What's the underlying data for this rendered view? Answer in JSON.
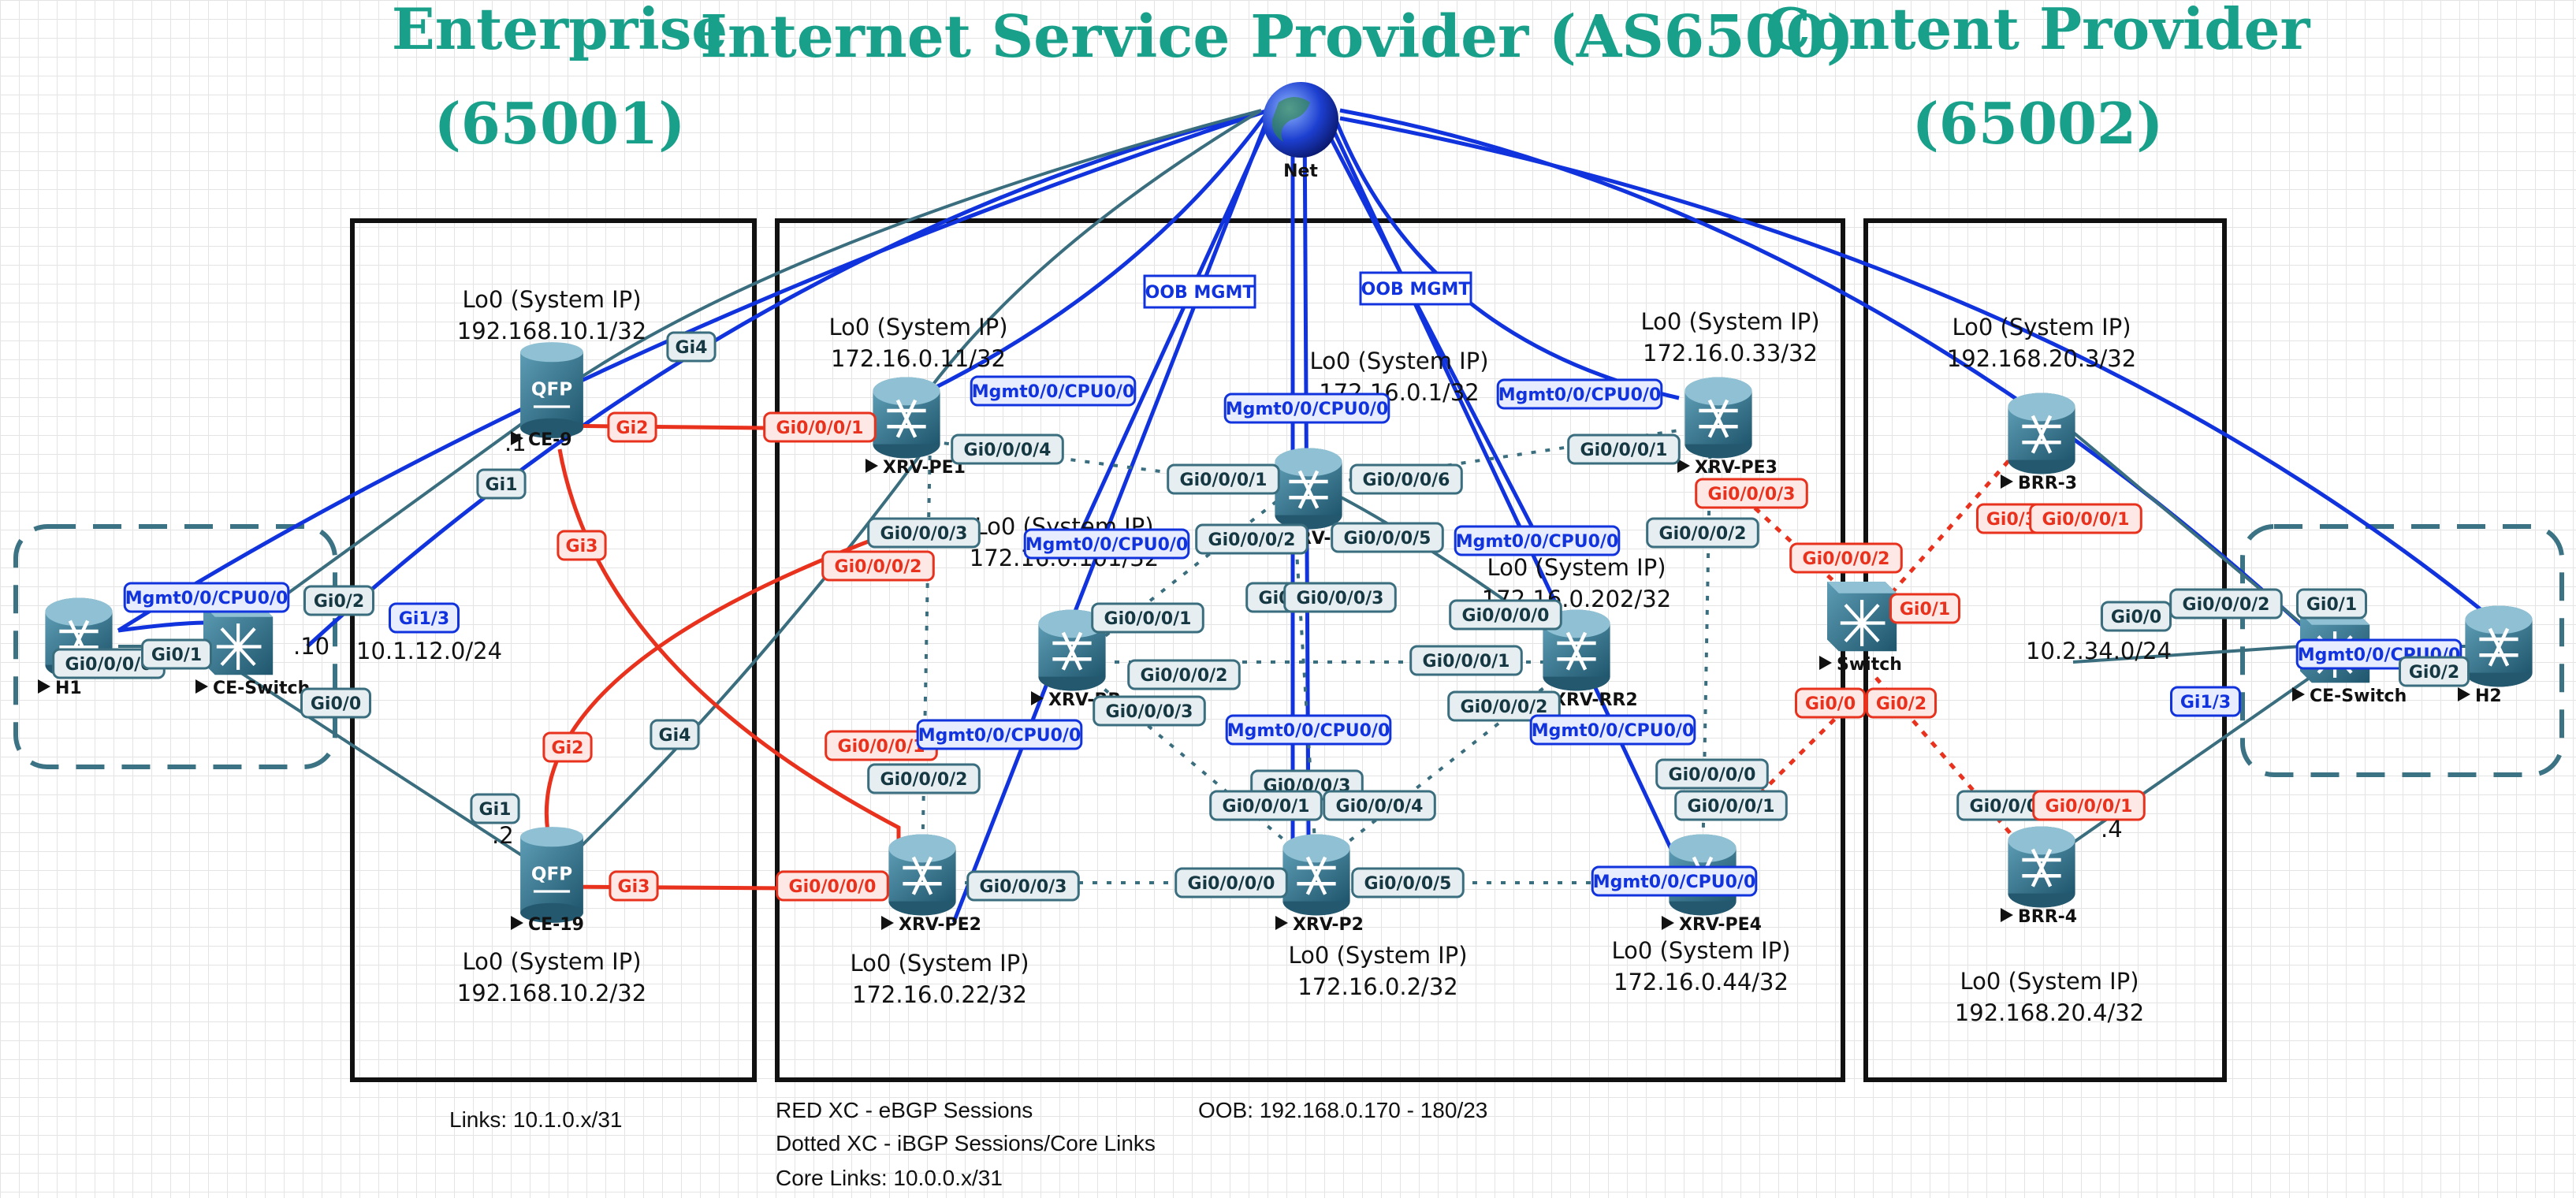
{
  "titles": {
    "enterprise": "Enterprise",
    "enterprise_as": "(65001)",
    "isp": "Internet Service Provider (AS6500)",
    "content": "Content Provider",
    "content_as": "(65002)"
  },
  "internet_label": "Net",
  "oob_labels": [
    "OOB MGMT",
    "OOB MGMT"
  ],
  "devices": [
    {
      "id": "CE-9",
      "label": "CE-9",
      "kind": "qfp"
    },
    {
      "id": "CE-19",
      "label": "CE-19",
      "kind": "qfp"
    },
    {
      "id": "XRV-PE1",
      "label": "XRV-PE1",
      "kind": "router"
    },
    {
      "id": "XRV-PE2",
      "label": "XRV-PE2",
      "kind": "router"
    },
    {
      "id": "XRV-P1",
      "label": "XRV-P",
      "kind": "router"
    },
    {
      "id": "XRV-P2",
      "label": "XRV-P2",
      "kind": "router"
    },
    {
      "id": "XRV-PE3",
      "label": "XRV-PE3",
      "kind": "router"
    },
    {
      "id": "XRV-PE4",
      "label": "XRV-PE4",
      "kind": "router"
    },
    {
      "id": "XRV-RR1",
      "label": "XRV-RR",
      "kind": "router"
    },
    {
      "id": "XRV-RR2",
      "label": "XRV-RR2",
      "kind": "router"
    },
    {
      "id": "BRR-3",
      "label": "BRR-3",
      "kind": "router"
    },
    {
      "id": "BRR-4",
      "label": "BRR-4",
      "kind": "router"
    },
    {
      "id": "H1",
      "label": "H1",
      "kind": "router"
    },
    {
      "id": "H2",
      "label": "H2",
      "kind": "router"
    },
    {
      "id": "CE-SW1",
      "label": "CE-Switch",
      "kind": "switch"
    },
    {
      "id": "CE-SW2",
      "label": "CE-Switch",
      "kind": "switch"
    },
    {
      "id": "SW",
      "label": "Switch",
      "kind": "switch"
    }
  ],
  "system_ips": [
    {
      "title": "Lo0 (System IP)",
      "ip": "192.168.10.1/32"
    },
    {
      "title": "Lo0 (System IP)",
      "ip": "192.168.10.2/32"
    },
    {
      "title": "Lo0 (System IP)",
      "ip": "172.16.0.11/32"
    },
    {
      "title": "Lo0 (System IP)",
      "ip": "172.16.0.1/32"
    },
    {
      "title": "Lo0 (System IP)",
      "ip": "172.16.0.33/32"
    },
    {
      "title": "Lo0 (System IP)",
      "ip": "172.16.0.22/32"
    },
    {
      "title": "Lo0 (System IP)",
      "ip": "172.16.0.2/32"
    },
    {
      "title": "Lo0 (System IP)",
      "ip": "172.16.0.44/32"
    },
    {
      "title": "Lo0 (System IP)",
      "ip": "192.168.20.3/32"
    },
    {
      "title": "Lo0 (System IP)",
      "ip": "192.168.20.4/32"
    },
    {
      "title": "Lo0 (System IP)",
      "ip": "172.16.0.101/32"
    },
    {
      "title": "Lo0 (System IP)",
      "ip": "172.16.0.202/32"
    }
  ],
  "interfaces": [
    {
      "label": "Gi4",
      "color": "teal"
    },
    {
      "label": "Gi2",
      "color": "red"
    },
    {
      "label": "Gi1",
      "color": "teal"
    },
    {
      "label": "Gi3",
      "color": "red"
    },
    {
      "label": "Gi2",
      "color": "red"
    },
    {
      "label": "Gi4",
      "color": "teal"
    },
    {
      "label": "Gi1",
      "color": "teal"
    },
    {
      "label": "Gi3",
      "color": "red"
    },
    {
      "label": "Mgmt0/0/CPU0/0",
      "color": "blue"
    },
    {
      "label": "Gi0/0/0/0",
      "color": "teal"
    },
    {
      "label": "Gi0/1",
      "color": "teal"
    },
    {
      "label": "Gi0/2",
      "color": "teal"
    },
    {
      "label": "Gi1/3",
      "color": "blue"
    },
    {
      "label": "Gi0/0",
      "color": "teal"
    },
    {
      "label": "Gi0/0/0/1",
      "color": "red"
    },
    {
      "label": "Mgmt0/0/CPU0/0",
      "color": "blue"
    },
    {
      "label": "Gi0/0/0/4",
      "color": "teal"
    },
    {
      "label": "Gi0/0/0/3",
      "color": "teal"
    },
    {
      "label": "Gi0/0/0/2",
      "color": "red"
    },
    {
      "label": "Gi0/0/0/1",
      "color": "red"
    },
    {
      "label": "Gi0/0/0/2",
      "color": "teal"
    },
    {
      "label": "Gi0/0/0/0",
      "color": "red"
    },
    {
      "label": "Gi0/0/0/3",
      "color": "teal"
    },
    {
      "label": "Mgmt0/0/CPU0/0",
      "color": "blue"
    },
    {
      "label": "Mgmt0/0/CPU0/0",
      "color": "blue"
    },
    {
      "label": "Gi0/0/0/1",
      "color": "teal"
    },
    {
      "label": "Gi0/0/0/2",
      "color": "teal"
    },
    {
      "label": "Gi0/0/0/6",
      "color": "teal"
    },
    {
      "label": "Gi0/0/0/5",
      "color": "teal"
    },
    {
      "label": "Gi0/0/0/4",
      "color": "teal"
    },
    {
      "label": "Gi0/0/0/3",
      "color": "teal"
    },
    {
      "label": "Mgmt0/0/CPU0/0",
      "color": "blue"
    },
    {
      "label": "Gi0/0/0/1",
      "color": "teal"
    },
    {
      "label": "Gi0/0/0/2",
      "color": "teal"
    },
    {
      "label": "Gi0/0/0/3",
      "color": "teal"
    },
    {
      "label": "Mgmt0/0/CPU0/0",
      "color": "blue"
    },
    {
      "label": "Gi0/0/0/0",
      "color": "teal"
    },
    {
      "label": "Gi0/0/0/1",
      "color": "teal"
    },
    {
      "label": "Gi0/0/0/2",
      "color": "teal"
    },
    {
      "label": "Mgmt0/0/CPU0/0",
      "color": "blue"
    },
    {
      "label": "Mgmt0/0/CPU0/0",
      "color": "blue"
    },
    {
      "label": "Gi0/0/0/3",
      "color": "teal"
    },
    {
      "label": "Gi0/0/0/1",
      "color": "teal"
    },
    {
      "label": "Gi0/0/0/4",
      "color": "teal"
    },
    {
      "label": "Gi0/0/0/0",
      "color": "teal"
    },
    {
      "label": "Gi0/0/0/5",
      "color": "teal"
    },
    {
      "label": "Mgmt0/0/CPU0/0",
      "color": "blue"
    },
    {
      "label": "Gi0/0/0/1",
      "color": "teal"
    },
    {
      "label": "Gi0/0/0/3",
      "color": "red"
    },
    {
      "label": "Gi0/0/0/2",
      "color": "teal"
    },
    {
      "label": "Mgmt0/0/CPU0/0",
      "color": "blue"
    },
    {
      "label": "Gi0/0/0/0",
      "color": "teal"
    },
    {
      "label": "Gi0/0/0/1",
      "color": "teal"
    },
    {
      "label": "Gi0/0/0/2",
      "color": "red"
    },
    {
      "label": "Gi0/1",
      "color": "red"
    },
    {
      "label": "Gi0/0",
      "color": "red"
    },
    {
      "label": "Gi0/2",
      "color": "red"
    },
    {
      "label": "Gi0/3",
      "color": "red"
    },
    {
      "label": "Gi0/0/0/1",
      "color": "red"
    },
    {
      "label": "Gi0/0/0/2",
      "color": "teal"
    },
    {
      "label": "Gi0/0/0/1",
      "color": "red"
    },
    {
      "label": "Gi0/0/0/2",
      "color": "teal"
    },
    {
      "label": "Gi0/0",
      "color": "teal"
    },
    {
      "label": "Gi1/3",
      "color": "blue"
    },
    {
      "label": "Gi0/1",
      "color": "teal"
    },
    {
      "label": "Mgmt0/0/CPU0/0",
      "color": "blue"
    },
    {
      "label": "Gi0/2",
      "color": "teal"
    },
    {
      "label": "Gi0/0/0/0",
      "color": "teal"
    }
  ],
  "host_octets": [
    ".1",
    ".2",
    ".10",
    ".4"
  ],
  "subnets": [
    "10.1.12.0/24",
    "10.2.34.0/24"
  ],
  "legend": {
    "links": "Links: 10.1.0.x/31",
    "red": "RED XC - eBGP Sessions",
    "dotted": "Dotted XC - iBGP Sessions/Core Links",
    "core": "Core Links: 10.0.0.x/31",
    "oob": "OOB: 192.168.0.170  - 180/23"
  },
  "colors": {
    "title": "#18a08a",
    "teal_link": "#3a6e7e",
    "red_link": "#e8321e",
    "blue_link": "#1133dd",
    "device": "#2f6e86"
  }
}
